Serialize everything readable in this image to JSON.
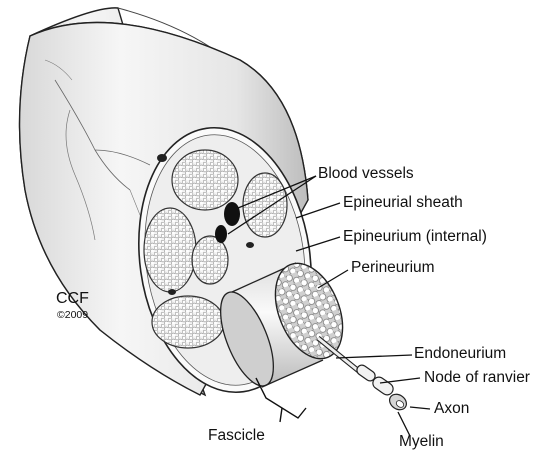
{
  "labels": {
    "blood_vessels": "Blood vessels",
    "epineurial_sheath": "Epineurial sheath",
    "epineurium_internal": "Epineurium (internal)",
    "perineurium": "Perineurium",
    "endoneurium": "Endoneurium",
    "node_of_ranvier": "Node of ranvier",
    "axon": "Axon",
    "myelin": "Myelin",
    "fascicle": "Fascicle"
  },
  "credit": {
    "org": "CCF",
    "year": "©2009"
  }
}
